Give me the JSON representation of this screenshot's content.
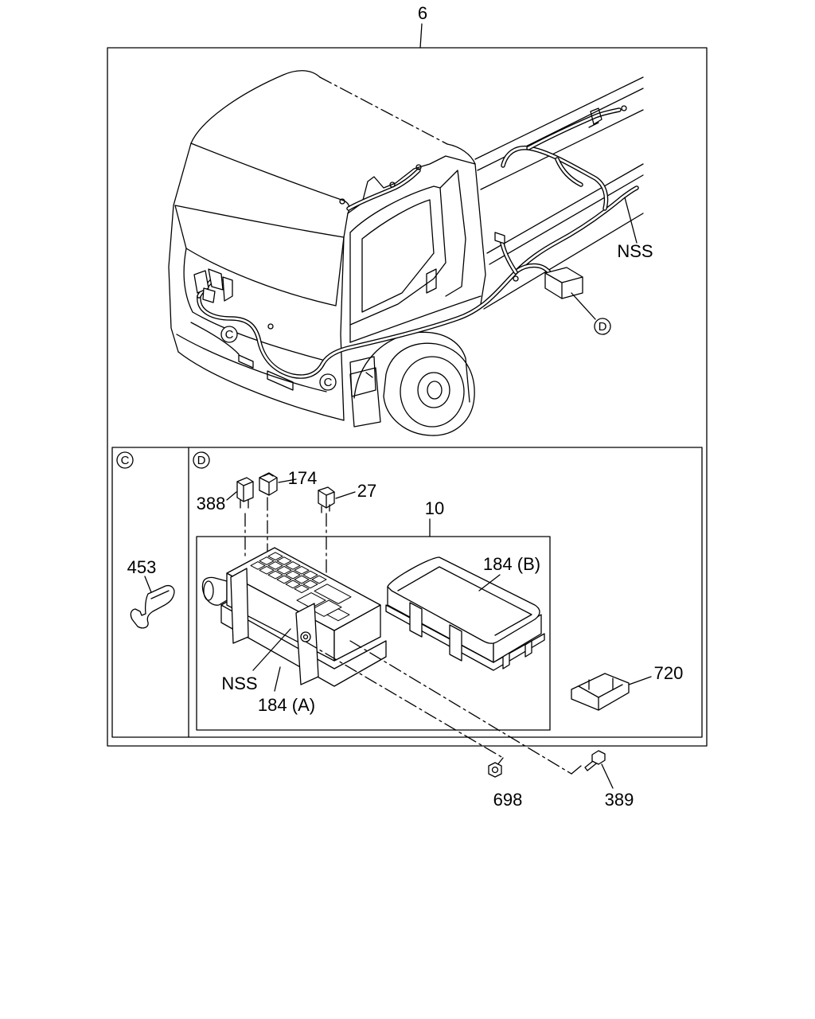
{
  "diagram": {
    "labels": {
      "assembly_6": "6",
      "harness_nss_top": "NSS",
      "ref_d_truck": "D",
      "ref_c_grille": "C",
      "ref_c_headlamp": "C",
      "panel_c_title": "C",
      "panel_d_title": "D",
      "part_453": "453",
      "part_174": "174",
      "part_388": "388",
      "part_27": "27",
      "part_10": "10",
      "part_184_b": "184 (B)",
      "harness_nss_bottom": "NSS",
      "part_184_a": "184 (A)",
      "part_720": "720",
      "part_698": "698",
      "part_389": "389"
    }
  }
}
